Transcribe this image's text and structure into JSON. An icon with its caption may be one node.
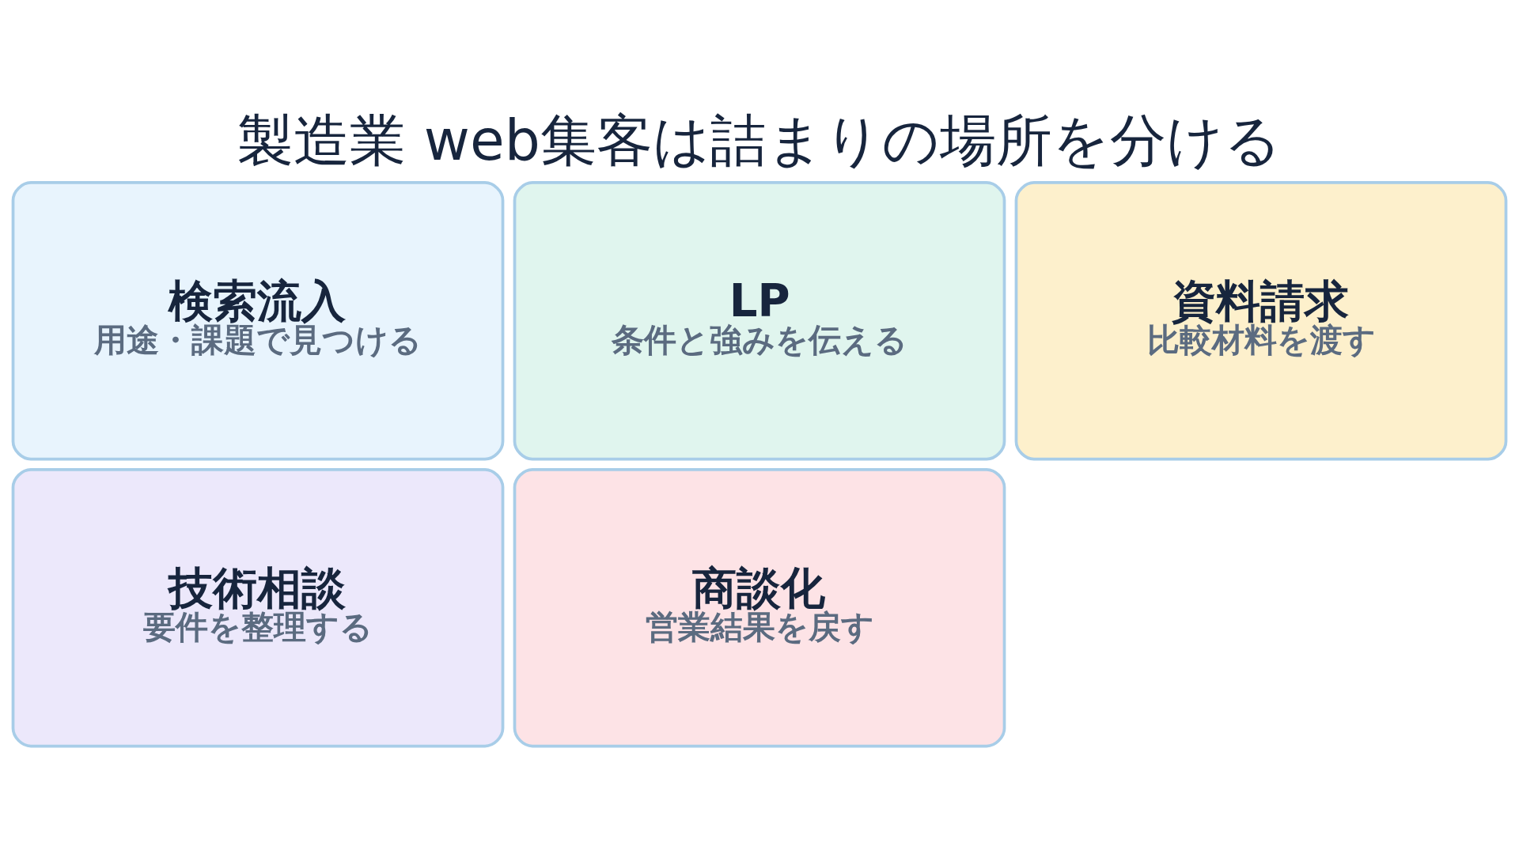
{
  "diagram": {
    "title": "製造業 web集客は詰まりの場所を分ける",
    "nodes": [
      {
        "text": [
          "検索流入",
          "用途・課題で見つける"
        ]
      },
      {
        "text": [
          "LP",
          "条件と強みを伝える"
        ]
      },
      {
        "text": [
          "資料請求",
          "比較材料を渡す"
        ]
      },
      {
        "text": [
          "技術相談",
          "要件を整理する"
        ]
      },
      {
        "text": [
          "商談化",
          "営業結果を戻す"
        ]
      }
    ],
    "edges": []
  }
}
